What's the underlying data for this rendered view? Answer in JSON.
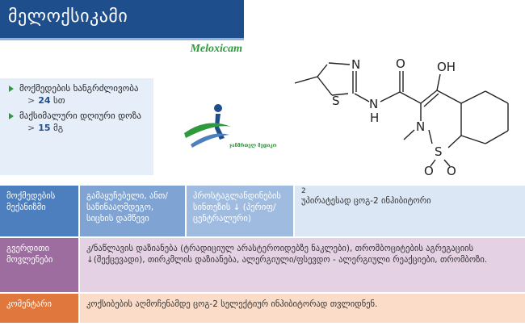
{
  "header": {
    "title": "მელოქსიკამი",
    "latin_name": "Meloxicam"
  },
  "info": [
    {
      "label": "მოქმედების ხანგრძლივობა",
      "value": "24",
      "unit": "სთ"
    },
    {
      "label": "მაქსიმალური დღიური დოზა",
      "value": "15",
      "unit": "მგ"
    }
  ],
  "logo": {
    "text": "ჯანმრთელ მედიკო"
  },
  "molecule": {
    "atoms": [
      "N",
      "S",
      "O",
      "OH",
      "N",
      "H",
      "N",
      "S",
      "O",
      "O"
    ]
  },
  "table": {
    "mechanism": {
      "header": "მოქმედების მექანიზმი",
      "c1": "გამაყუჩებელი, ანთ/საწინააღმდეგო, სიცხის დამწევი",
      "c2": "პროსტაგლანდინების სინთეზის ↓ (პერიფ/ცენტრალური)",
      "c3_sup": "2",
      "c3": "უპირატესად ცოგ-2 ინჰიბიტორი"
    },
    "side_effects": {
      "header": "გვერდითი მოვლენები",
      "text": "კ/ნაწლავის დაზიანება (ტრადიციულ არასტეროიდებზე ნაკლები), თრომბოციტების აგრეგაციის ↓(შექცევადი), თირკმლის დაზიანება, ალერგიული/ფსევდო - ალერგიული რეაქციები, თრომბოზი."
    },
    "comment": {
      "header": "კომენტარი",
      "text": "კოქსიბების აღმოჩენამდე ცოგ-2 სელექტიურ ინჰიბიტორად თვლიდნენ."
    }
  }
}
